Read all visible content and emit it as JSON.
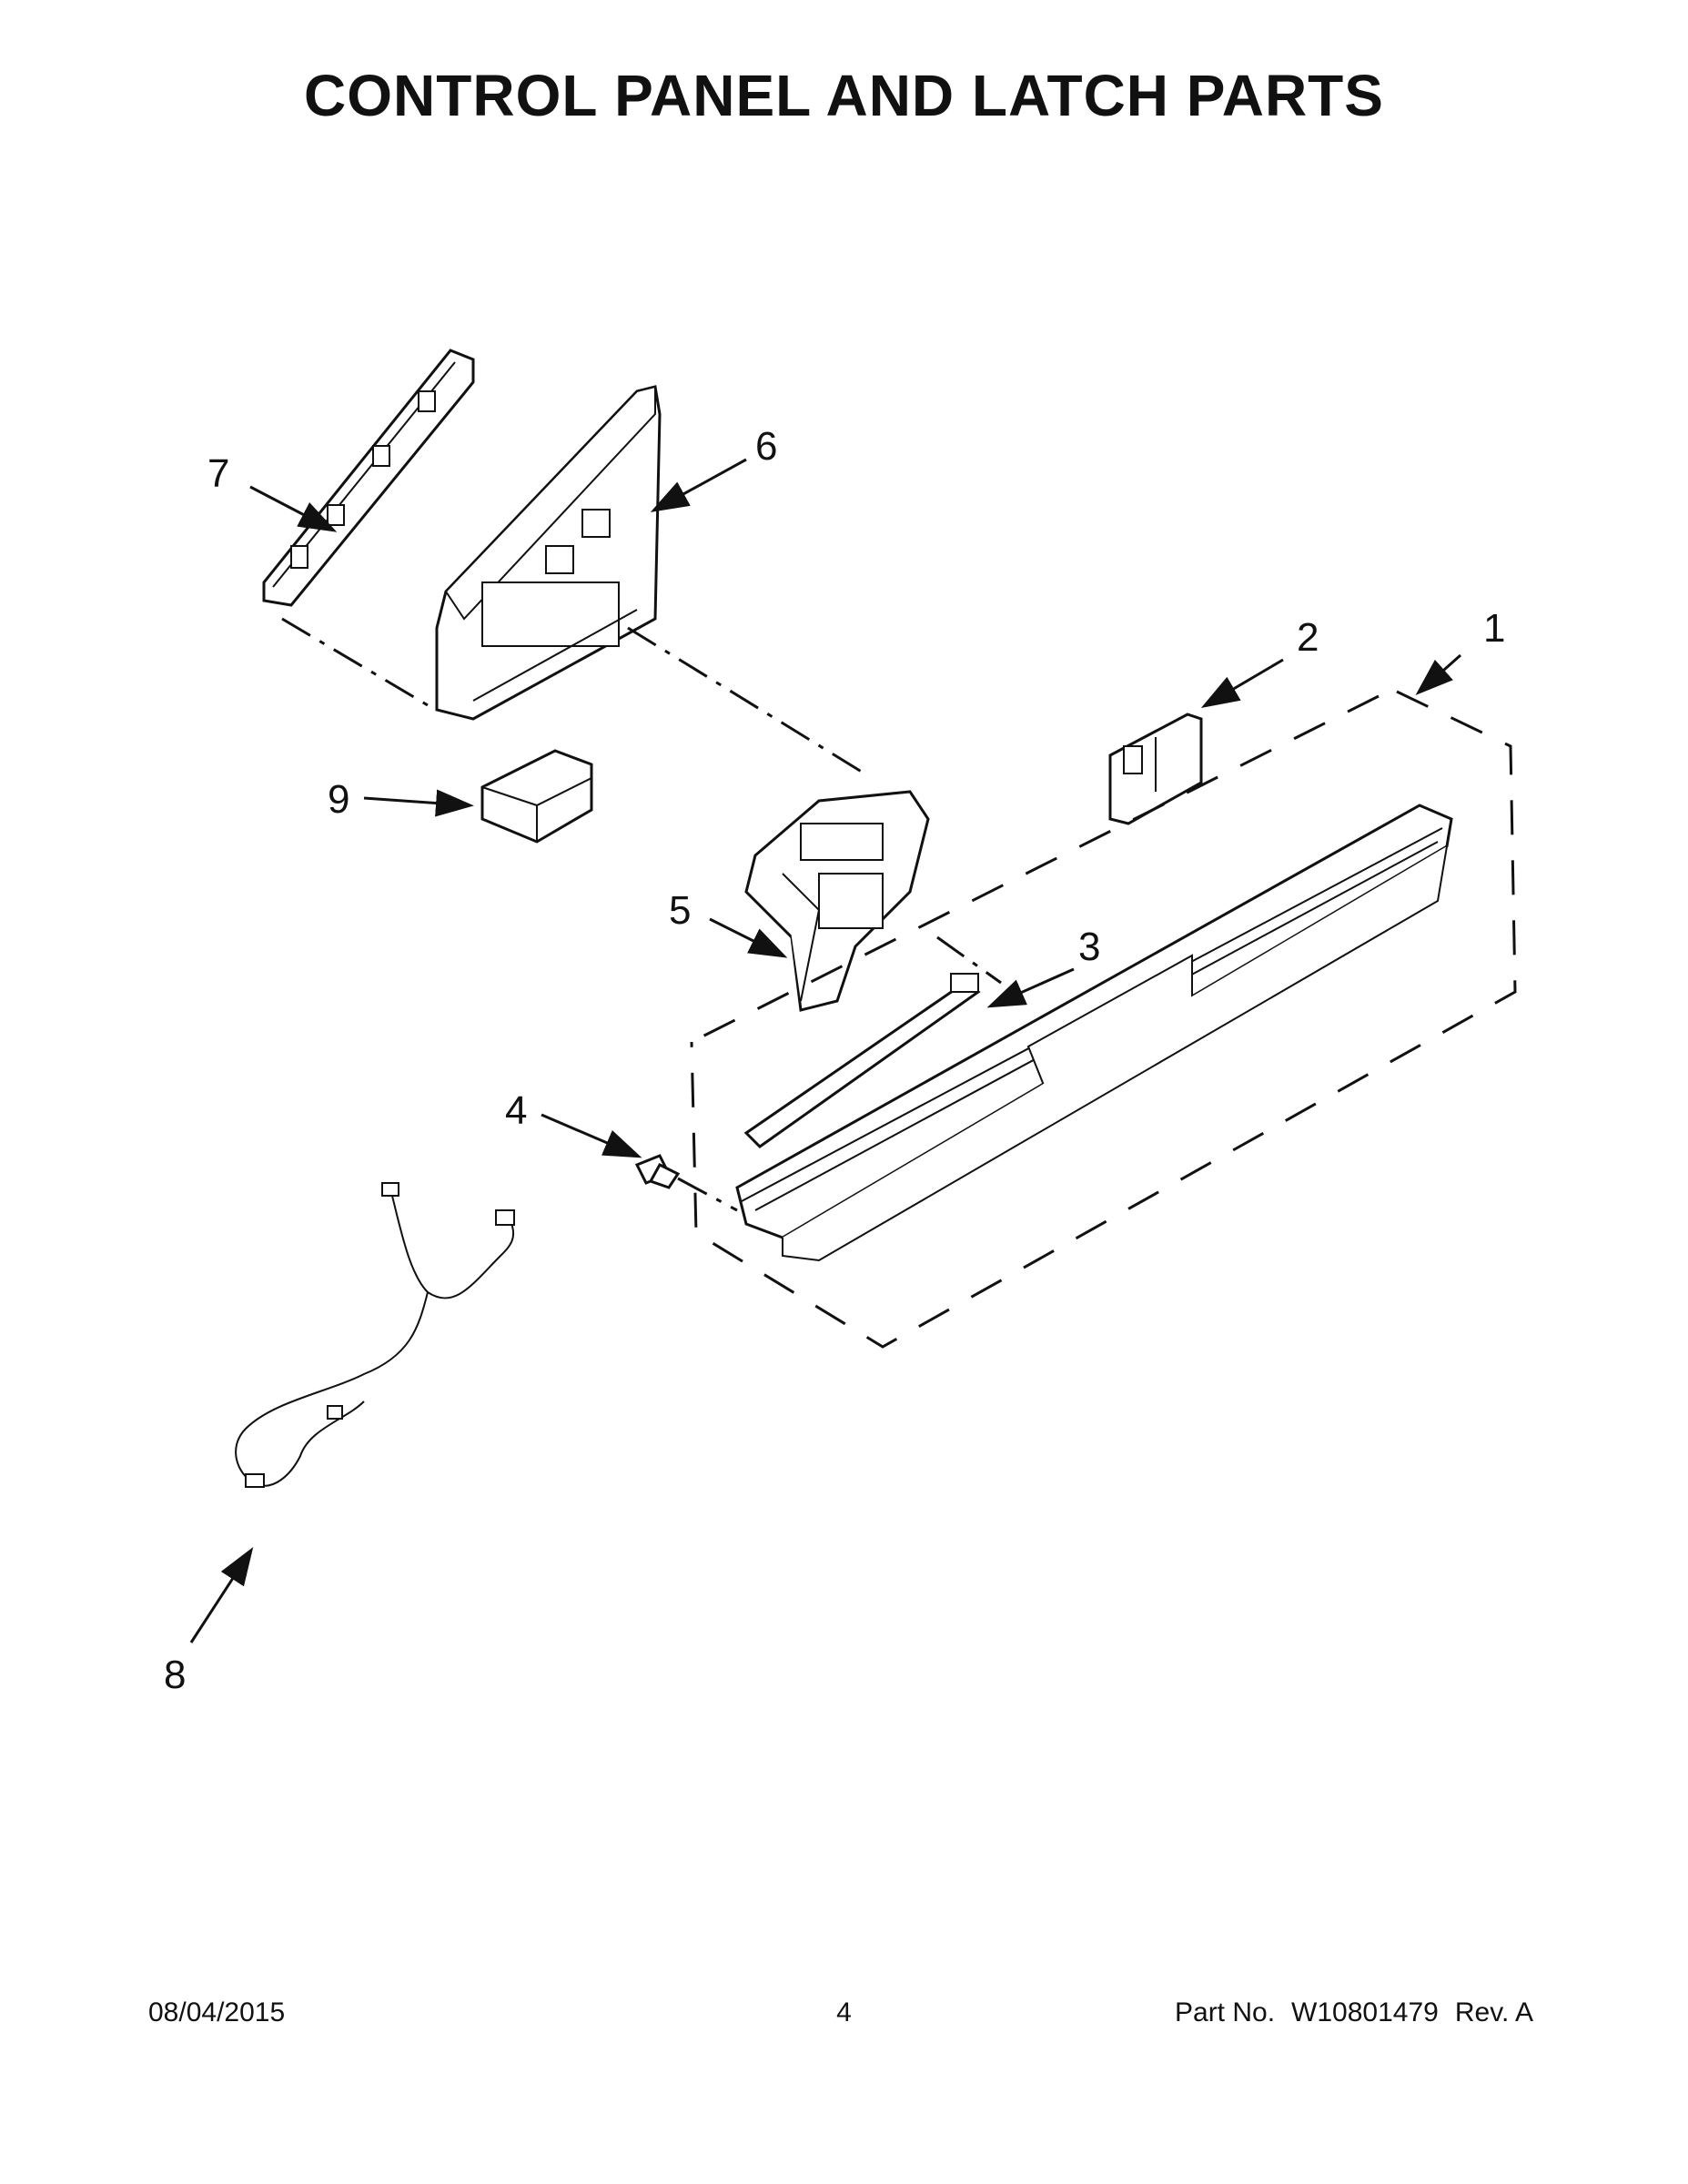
{
  "title": "CONTROL PANEL AND LATCH PARTS",
  "callouts": [
    {
      "id": "1",
      "label": "1"
    },
    {
      "id": "2",
      "label": "2"
    },
    {
      "id": "3",
      "label": "3"
    },
    {
      "id": "4",
      "label": "4"
    },
    {
      "id": "5",
      "label": "5"
    },
    {
      "id": "6",
      "label": "6"
    },
    {
      "id": "7",
      "label": "7"
    },
    {
      "id": "8",
      "label": "8"
    },
    {
      "id": "9",
      "label": "9"
    }
  ],
  "footer": {
    "date": "08/04/2015",
    "page": "4",
    "part_label": "Part No.",
    "part_number": "W10801479",
    "rev": "Rev.  A"
  }
}
